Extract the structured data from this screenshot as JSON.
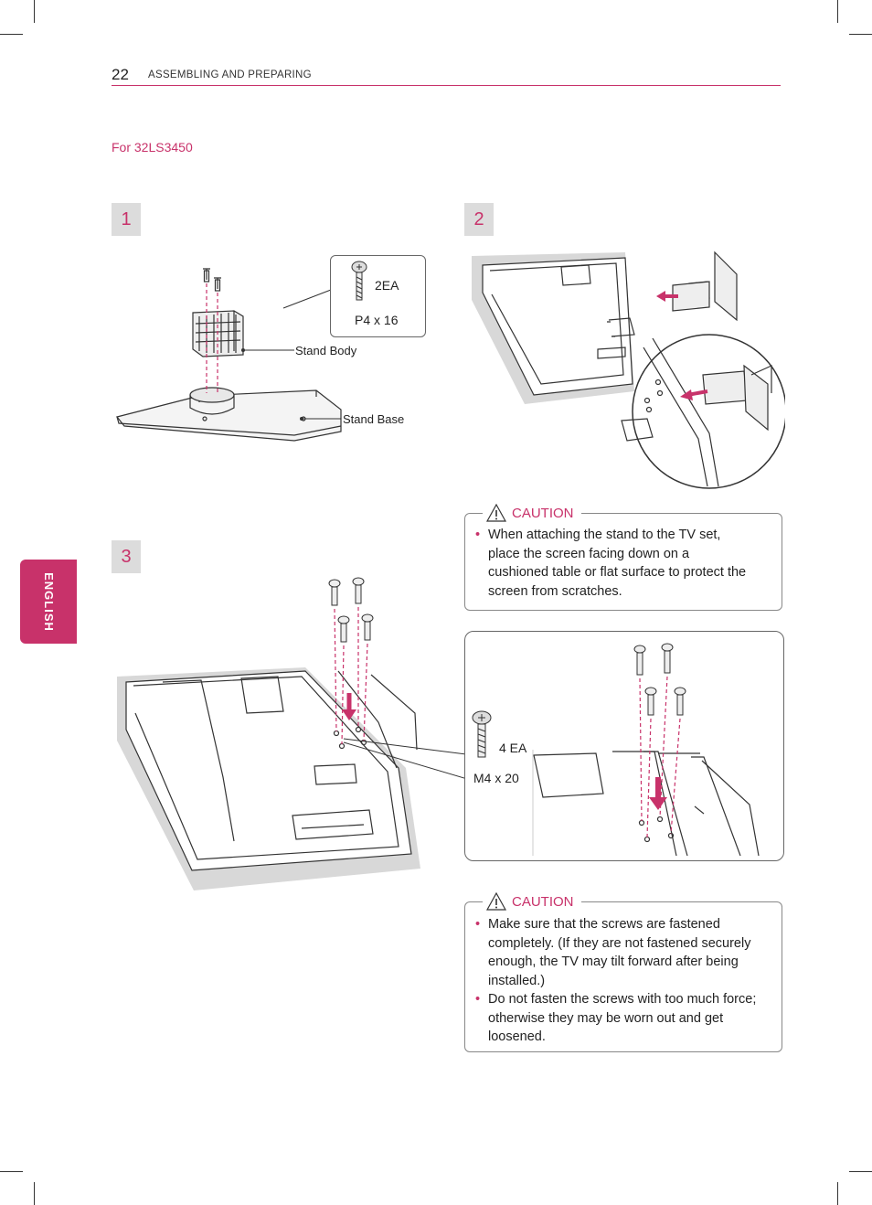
{
  "header": {
    "page_number": "22",
    "section_title": "ASSEMBLING AND PREPARING"
  },
  "model_label": "For 32LS3450",
  "side_tab": {
    "label": "ENGLISH"
  },
  "steps": [
    {
      "number": "1",
      "screw_qty": "2EA",
      "screw_spec": "P4 x 16",
      "label_body": "Stand Body",
      "label_base": "Stand Base"
    },
    {
      "number": "2"
    },
    {
      "number": "3",
      "screw_qty": "4 EA",
      "screw_spec": "M4 x 20"
    }
  ],
  "caution1": {
    "title": "CAUTION",
    "items": [
      "When attaching the stand to the TV set, place the screen facing down on a cushioned table or flat surface to protect the screen from scratches."
    ]
  },
  "caution2": {
    "title": "CAUTION",
    "items": [
      "Make sure that the screws are fastened completely. (If they are not fastened securely enough, the TV may tilt forward after being installed.)",
      "Do not fasten the screws with too much force; otherwise they may be worn out and get loosened."
    ]
  },
  "colors": {
    "accent": "#c8326a",
    "step_bg": "#dcdcdc",
    "text": "#222222"
  }
}
